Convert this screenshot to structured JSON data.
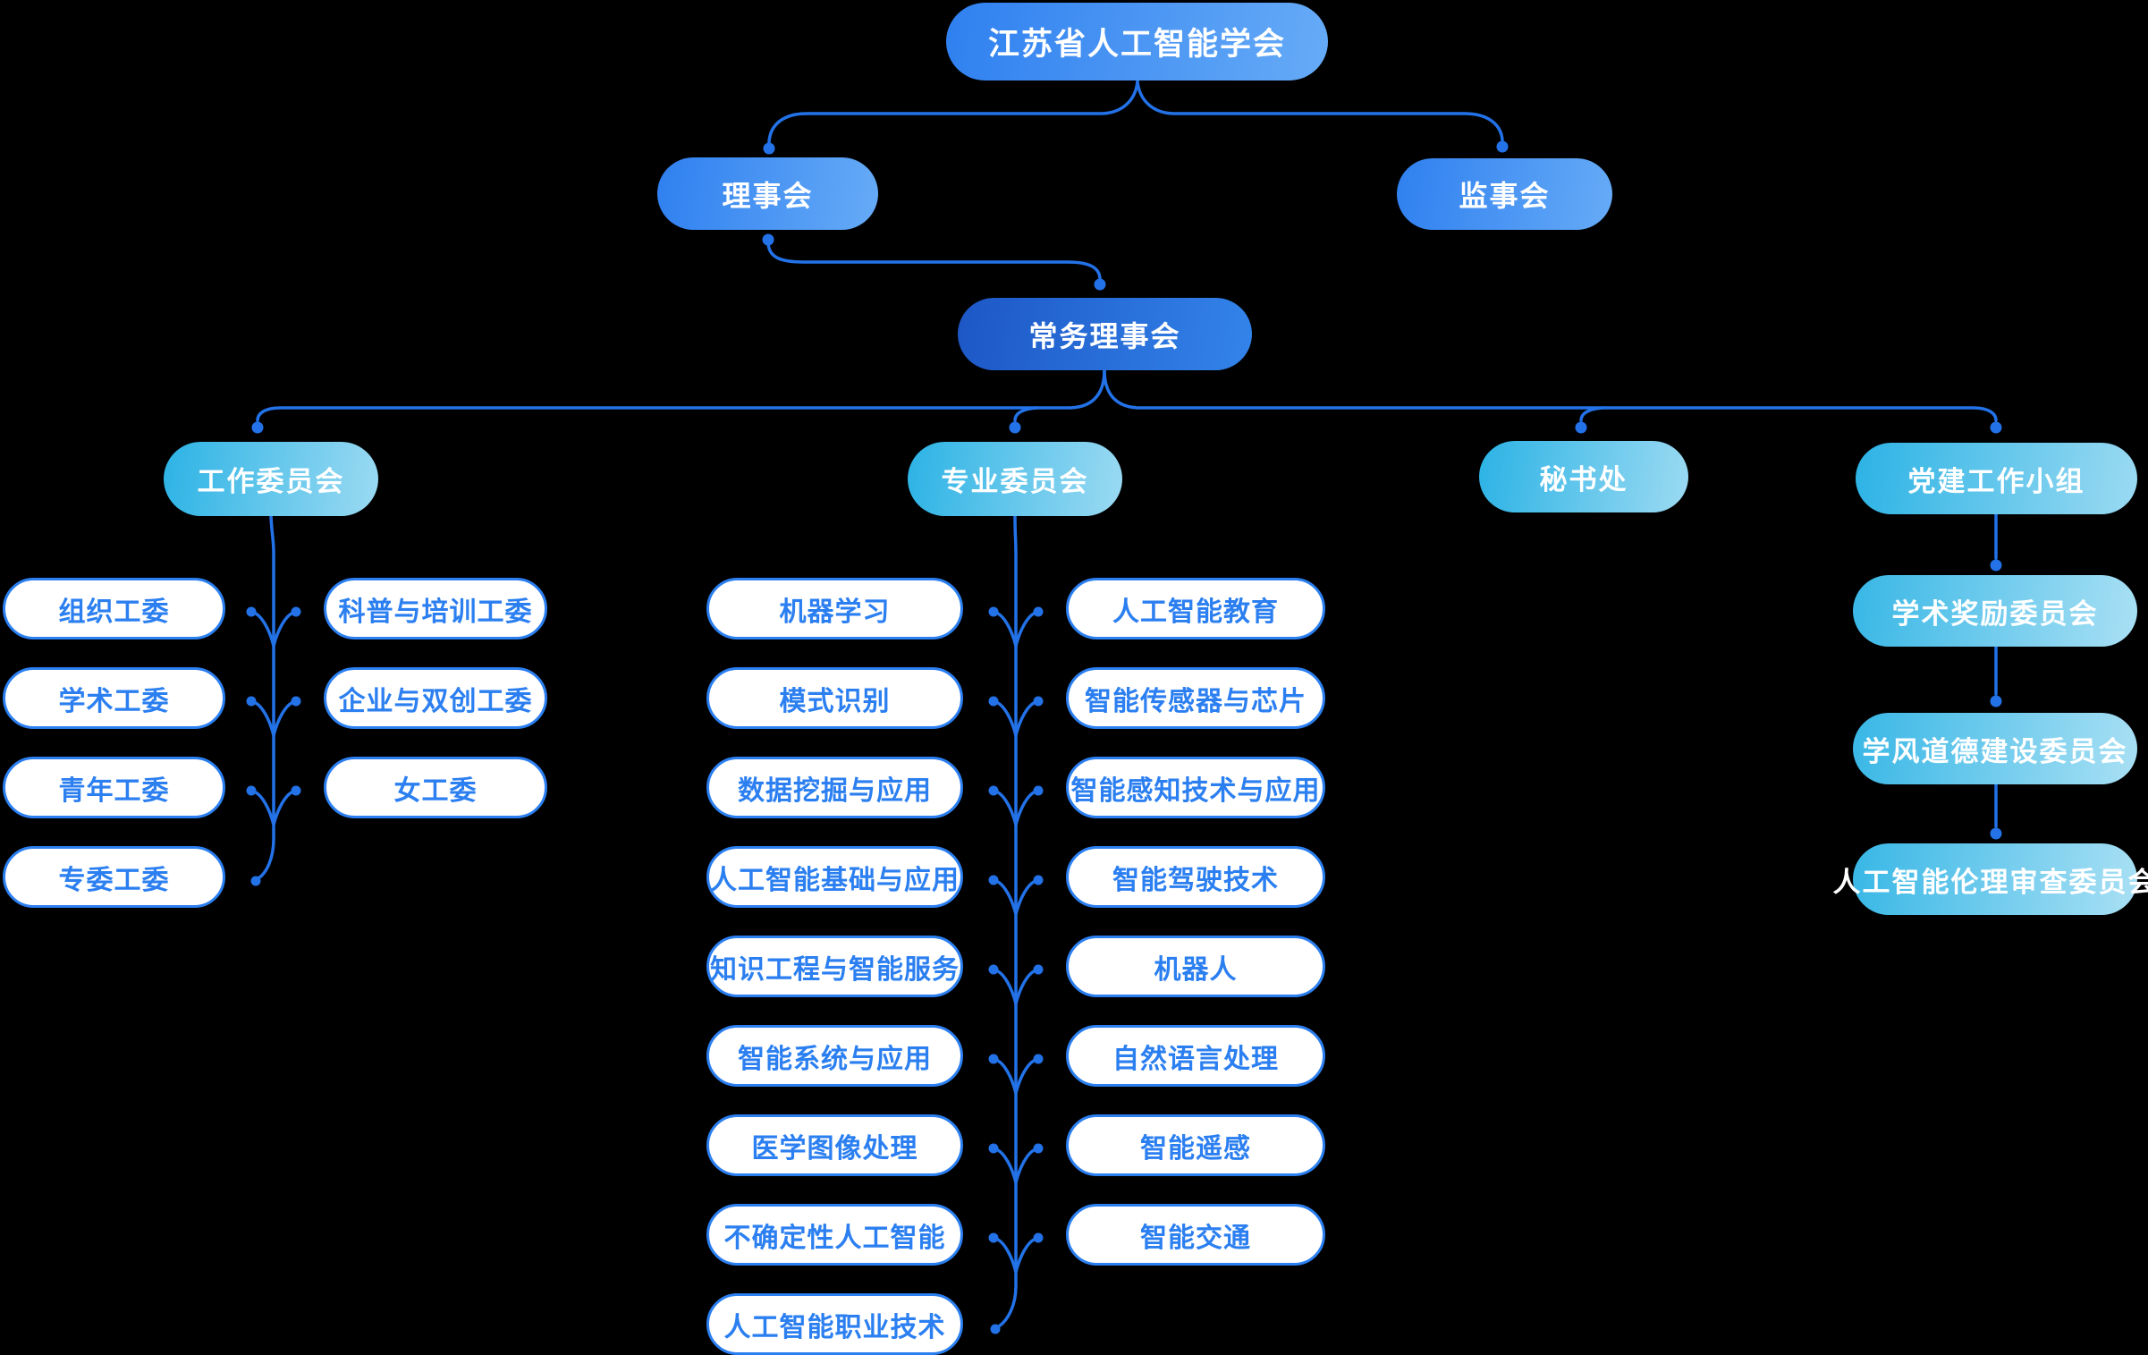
{
  "nodes": {
    "root": "江苏省人工智能学会",
    "council": "理事会",
    "supervisory_board": "监事会",
    "standing_council": "常务理事会",
    "work_committee": "工作委员会",
    "professional_committee": "专业委员会",
    "secretariat": "秘书处",
    "party_building_group": "党建工作小组"
  },
  "work_committees": {
    "left": [
      "组织工委",
      "学术工委",
      "青年工委",
      "专委工委"
    ],
    "right": [
      "科普与培训工委",
      "企业与双创工委",
      "女工委"
    ]
  },
  "professional_committees": {
    "left": [
      "机器学习",
      "模式识别",
      "数据挖掘与应用",
      "人工智能基础与应用",
      "知识工程与智能服务",
      "智能系统与应用",
      "医学图像处理",
      "不确定性人工智能",
      "人工智能职业技术"
    ],
    "right": [
      "人工智能教育",
      "智能传感器与芯片",
      "智能感知技术与应用",
      "智能驾驶技术",
      "机器人",
      "自然语言处理",
      "智能遥感",
      "智能交通"
    ]
  },
  "party_committees": [
    "学术奖励委员会",
    "学风道德建设委员会",
    "人工智能伦理审查委员会"
  ],
  "colors": {
    "background": "#000000",
    "connector": "#2372e8",
    "node_blue_start": "#2f80f0",
    "node_blue_end": "#66abf7",
    "node_dark_start": "#1d57c6",
    "node_dark_end": "#3384ea",
    "node_cyan_start": "#2cb3e5",
    "node_cyan_end": "#9bdaf2",
    "pill_border": "#2b7ff0",
    "pill_text": "#2b7ff0",
    "node_text": "#ffffff"
  }
}
